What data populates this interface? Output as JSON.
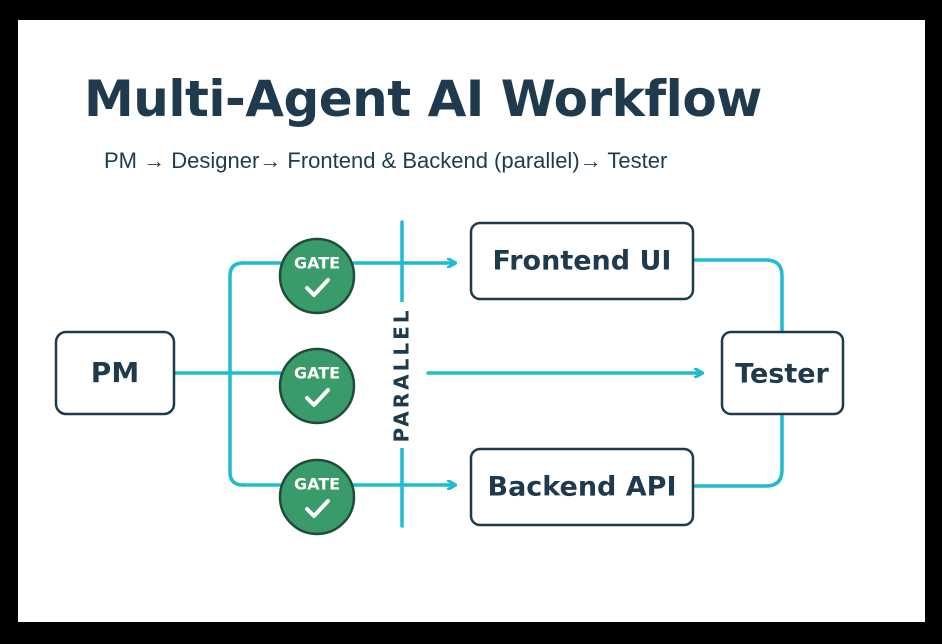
{
  "title": "Multi-Agent AI Workflow",
  "subtitle": "PM → Designer→ Frontend & Backend (parallel)→ Tester",
  "nodes": {
    "pm": "PM",
    "frontend": "Frontend UI",
    "backend": "Backend API",
    "tester": "Tester"
  },
  "gates": [
    "GATE",
    "GATE",
    "GATE"
  ],
  "parallel_label": "PARALLEL",
  "colors": {
    "accent": "#1fbcd0",
    "gate_fill": "#3a9b6a",
    "gate_border": "#1f4d3a",
    "node_border": "#1f3a4d",
    "text": "#1f3a4d"
  }
}
